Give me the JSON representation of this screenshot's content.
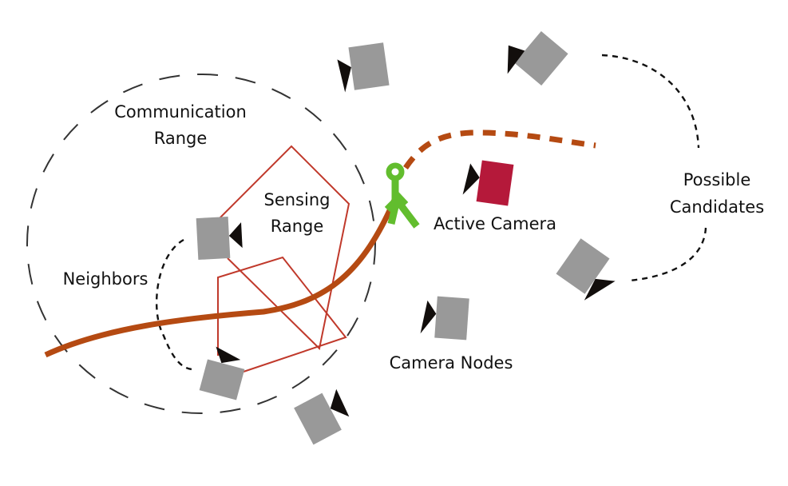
{
  "labels": {
    "communication_range_line1": "Communication",
    "communication_range_line2": "Range",
    "sensing_range_line1": "Sensing",
    "sensing_range_line2": "Range",
    "neighbors": "Neighbors",
    "active_camera": "Active Camera",
    "camera_nodes": "Camera Nodes",
    "possible_candidates_line1": "Possible",
    "possible_candidates_line2": "Candidates"
  },
  "colors": {
    "camera_body": "#999999",
    "active_camera_body": "#b5193a",
    "camera_lens": "#120e0c",
    "trajectory": "#b54a12",
    "sensing_range": "#c0392b",
    "person": "#62bd2e",
    "dashed_outline": "#111111"
  },
  "cameras": [
    {
      "id": "neighbor-top",
      "role": "neighbor",
      "active": false
    },
    {
      "id": "neighbor-bottom",
      "role": "neighbor",
      "active": false
    },
    {
      "id": "node-bottom-left",
      "role": "camera-node",
      "active": false
    },
    {
      "id": "node-top-center",
      "role": "camera-node",
      "active": false
    },
    {
      "id": "candidate-top-right",
      "role": "candidate",
      "active": false
    },
    {
      "id": "candidate-right",
      "role": "candidate",
      "active": false
    },
    {
      "id": "node-center",
      "role": "camera-node",
      "active": false
    },
    {
      "id": "active",
      "role": "active",
      "active": true
    }
  ]
}
